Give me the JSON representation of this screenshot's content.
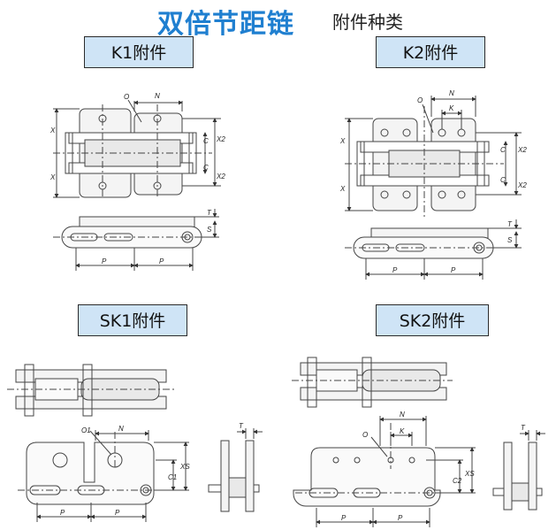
{
  "title": "双倍节距链",
  "subtitle": "附件种类",
  "sections": {
    "k1": {
      "label": "K1附件"
    },
    "k2": {
      "label": "K2附件"
    },
    "sk1": {
      "label": "SK1附件"
    },
    "sk2": {
      "label": "SK2附件"
    }
  },
  "dims": {
    "O": "O",
    "N": "N",
    "K": "K",
    "X": "X",
    "X2": "X2",
    "C": "C",
    "T": "T",
    "S": "S",
    "P": "P",
    "O1": "O1",
    "C1": "C1",
    "C2": "C2",
    "XS": "XS"
  }
}
